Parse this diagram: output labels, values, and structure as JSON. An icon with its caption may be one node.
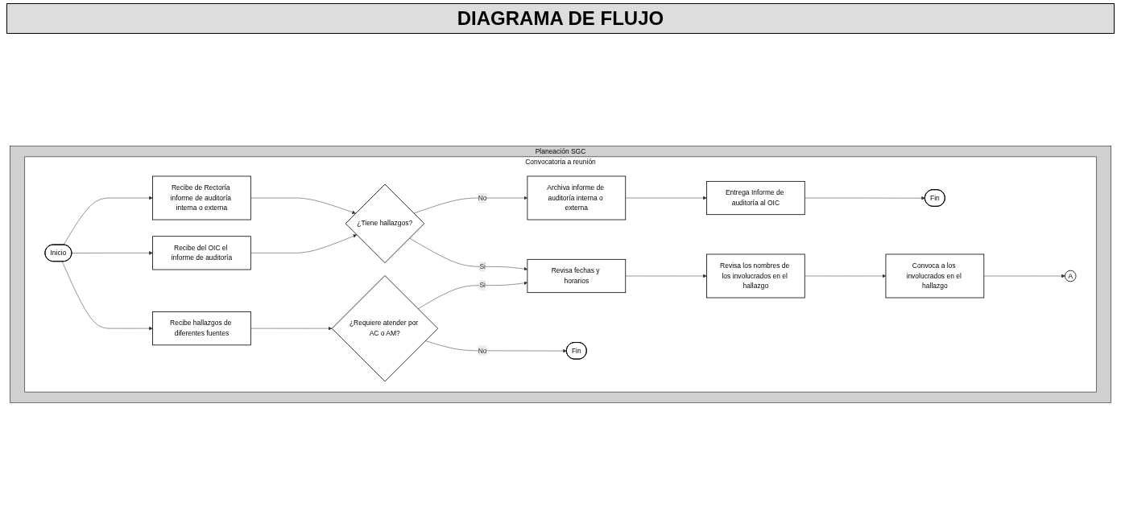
{
  "diagram": {
    "title": "DIAGRAMA DE FLUJO",
    "nodes": [
      {
        "text": [
          "Planeación SGC"
        ]
      },
      {
        "text": [
          "Convocatoria a reunión"
        ],
        "in": 0
      },
      {
        "text": [
          "Inicio"
        ],
        "in": 1
      },
      {
        "text": [
          "Recibe de Rectoría informe de auditoría interna o externa"
        ],
        "in": 1
      },
      {
        "text": [
          "Recibe del OIC el informe de auditoría"
        ],
        "in": 1
      },
      {
        "text": [
          "Recibe hallazgos de diferentes fuentes"
        ],
        "in": 1
      },
      {
        "text": [
          "¿Tiene hallazgos?"
        ],
        "in": 1
      },
      {
        "text": [
          "Archiva informe de auditoría interna o externa"
        ],
        "in": 1
      },
      {
        "text": [
          "Entrega Informe de auditoría al OIC"
        ],
        "in": 1
      },
      {
        "text": [
          "Fin"
        ],
        "in": 1
      },
      {
        "text": [
          "Revisa fechas y horarios"
        ],
        "in": 1
      },
      {
        "text": [
          "Revisa los nombres de los involucrados en el hallazgo"
        ],
        "in": 1
      },
      {
        "text": [
          "¿Requiere atender por AC o AM?"
        ],
        "in": 1
      },
      {
        "text": [
          "Convoca a los involucrados en el hallazgo"
        ],
        "in": 1
      },
      {
        "text": [
          "Fin"
        ],
        "in": 1
      },
      {
        "text": [
          "A"
        ],
        "in": 1
      }
    ],
    "edges": [
      {
        "from": 2,
        "to": 3,
        "arrow": "to"
      },
      {
        "from": 2,
        "to": 4,
        "arrow": "to"
      },
      {
        "from": 2,
        "to": 5,
        "arrow": "to"
      },
      {
        "from": 3,
        "to": 6,
        "arrow": "to"
      },
      {
        "from": 4,
        "to": 6,
        "arrow": "to"
      },
      {
        "from": 6,
        "to": 7,
        "label": "No",
        "arrow": "to"
      },
      {
        "from": 6,
        "to": 10,
        "label": "Si",
        "arrow": "to"
      },
      {
        "from": 7,
        "to": 8,
        "arrow": "to"
      },
      {
        "from": 8,
        "to": 9,
        "arrow": "to"
      },
      {
        "from": 10,
        "to": 11,
        "arrow": "to"
      },
      {
        "from": 11,
        "to": 13,
        "arrow": "to"
      },
      {
        "from": 5,
        "to": 12,
        "arrow": "to"
      },
      {
        "from": 12,
        "to": 10,
        "label": "Si",
        "arrow": "to"
      },
      {
        "from": 12,
        "to": 14,
        "label": "No",
        "arrow": "to"
      },
      {
        "from": 13,
        "to": 15,
        "arrow": "to"
      }
    ]
  }
}
